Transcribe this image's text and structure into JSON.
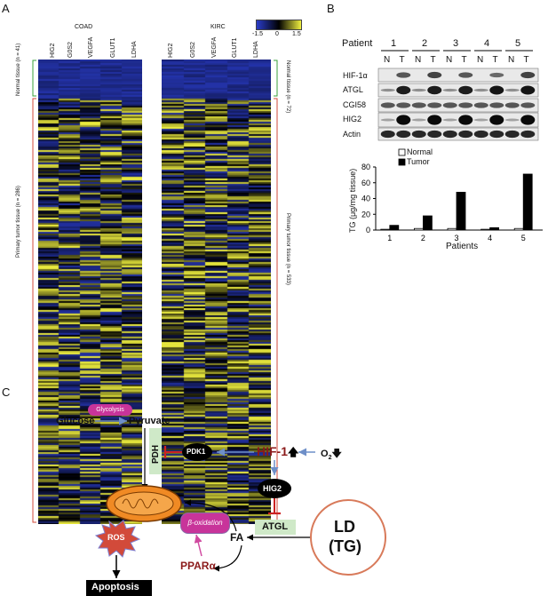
{
  "panel_labels": {
    "a": "A",
    "b": "B",
    "c": "C"
  },
  "heatmap": {
    "left_title": "COAD",
    "right_title": "KIRC",
    "left_columns": [
      "HIG2",
      "G0S2",
      "VEGFA",
      "GLUT1",
      "LDHA"
    ],
    "right_columns": [
      "HIG2",
      "G0S2",
      "VEGFA",
      "GLUT1",
      "LDHA"
    ],
    "colorbar_ticks": [
      "-1.5",
      "0",
      "1.5"
    ],
    "colors": {
      "low": "#2a3cc8",
      "mid": "#000000",
      "high": "#f0f040"
    },
    "left_normal_label": "Normal tissue",
    "left_normal_n": "(n = 41)",
    "left_tumor_label": "Primary tumor tissue",
    "left_tumor_n": "(n = 286)",
    "right_normal_label": "Normal tissue",
    "right_normal_n": "(n = 72)",
    "right_tumor_label": "Primary tumor tissue",
    "right_tumor_n": "(n = 533)"
  },
  "blot": {
    "patient_label": "Patient",
    "patients": [
      "1",
      "2",
      "3",
      "4",
      "5"
    ],
    "lane_labels": [
      "N",
      "T",
      "N",
      "T",
      "N",
      "T",
      "N",
      "T",
      "N",
      "T"
    ],
    "proteins": [
      "HIF-1α",
      "ATGL",
      "CGI58",
      "HIG2",
      "Actin"
    ]
  },
  "chart_data": {
    "type": "bar",
    "categories": [
      "1",
      "2",
      "3",
      "4",
      "5"
    ],
    "series": [
      {
        "name": "Normal",
        "values": [
          1,
          2,
          2,
          1,
          2
        ],
        "color": "#ffffff"
      },
      {
        "name": "Tumor",
        "values": [
          6,
          18,
          48,
          3,
          71
        ],
        "color": "#000000"
      }
    ],
    "xlabel": "Patients",
    "ylabel": "TG (μg/mg tissue)",
    "ylim": [
      0,
      80
    ],
    "yticks": [
      "0",
      "20",
      "40",
      "60",
      "80"
    ],
    "legend": "top-left"
  },
  "pathway": {
    "glucose": "Glucose",
    "glycolysis": "Glycolysis",
    "pyruvate": "Pyruvate",
    "pdh": "PDH",
    "pdk1": "PDK1",
    "hif": "HIF-1",
    "o2": "O",
    "o2_sub": "2",
    "hig2": "HIG2",
    "atgl": "ATGL",
    "ld": "LD",
    "tg": "(TG)",
    "fa": "FA",
    "beta_ox": "β-oxidation",
    "ros": "ROS",
    "ppar": "PPARα",
    "apoptosis": "Apoptosis",
    "colors": {
      "magenta": "#c8349a",
      "red": "#cc2222",
      "green_box": "#cfe9c8",
      "blue_arrow": "#6e8fc8",
      "dark_red": "#8b1a1a",
      "orange": "#f08a24",
      "ld_border": "#d87a5a"
    }
  }
}
